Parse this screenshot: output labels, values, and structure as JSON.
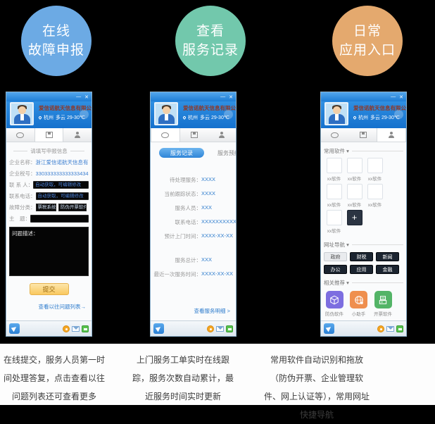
{
  "circles": [
    {
      "line1": "在线",
      "line2": "故障申报"
    },
    {
      "line1": "查看",
      "line2": "服务记录"
    },
    {
      "line1": "日常",
      "line2": "应用入口"
    }
  ],
  "chrome": {
    "minimize": "—",
    "close": "✕",
    "company": "爱信诺航天信息有限公司",
    "city": "杭州",
    "weather": "多云 29-30℃"
  },
  "window1": {
    "form_title": "请填写申报信息",
    "company_label": "企业名称：",
    "company_value": "浙江爱信诺航天信息有限公司",
    "tax_label": "企业税号：",
    "tax_value": "330333333333333434",
    "contact_label": "联 系 人：",
    "contact_value": "自动获取，可编辑修改",
    "phone_label": "联系电话：",
    "phone_value": "自动获取，可编辑修改",
    "category_label": "故障分类：",
    "category_value1": "票税系统 ▾",
    "category_value2": "防伪开票软件",
    "subject_label": "主　题：",
    "desc_label": "问题描述：",
    "submit_label": "提交",
    "history_link": "查看以往问题列表→"
  },
  "window2": {
    "tab_active": "服务记录",
    "tab_inactive": "服务预约",
    "rows": [
      {
        "label": "待处理服务：",
        "value": "XXXX"
      },
      {
        "label": "当前跟踪状态：",
        "value": "XXXX"
      },
      {
        "label": "服务人员：",
        "value": "XXX"
      },
      {
        "label": "联系电话：",
        "value": "XXXXXXXXXXX"
      },
      {
        "label": "预计上门时间：",
        "value": "XXXX-XX-XX"
      }
    ],
    "rows2": [
      {
        "label": "服务总计：",
        "value": "XXX"
      },
      {
        "label": "最近一次服务时间：",
        "value": "XXXX-XX-XX"
      }
    ],
    "detail_link": "查看服务明细 >"
  },
  "window3": {
    "section_software": "常用软件 ▾",
    "software_labels": [
      "xx软件",
      "xx软件",
      "xx软件",
      "xx软件",
      "xx软件",
      "xx软件",
      "xx软件"
    ],
    "plus_label": "+",
    "section_nav": "网址导航 ▾",
    "nav_buttons": [
      "政府",
      "财税",
      "新闻",
      "办公",
      "应用",
      "金融"
    ],
    "section_related": "相关推荐 ▾",
    "related_labels": [
      "防伪软件",
      "小助手",
      "开票软件"
    ]
  },
  "captions": [
    "在线提交，服务人员第一时间处理答复，点击查看以往问题列表还可查看更多",
    "上门服务工单实时在线跟踪，服务次数自动累计，最近服务时间实时更新",
    "常用软件自动识别和拖放（防伪开票、企业管理软件、网上认证等），常用网址快捷导航"
  ],
  "colors": {
    "circle_blue": "#6caae4",
    "circle_teal": "#72c8ac",
    "circle_orange": "#e4a96e",
    "header_blue": "#1571cd",
    "link_blue": "#2e7ccd",
    "submit_yellow": "#f9c860"
  }
}
